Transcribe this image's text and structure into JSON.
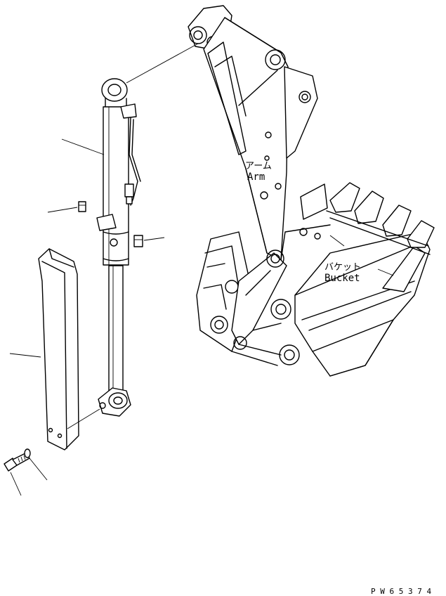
{
  "labels": {
    "arm_jp": "アーム",
    "arm_en": "Arm",
    "bucket_jp": "バケット",
    "bucket_en": "Bucket",
    "drawing_code": "P W 6 5 3 7 4"
  }
}
